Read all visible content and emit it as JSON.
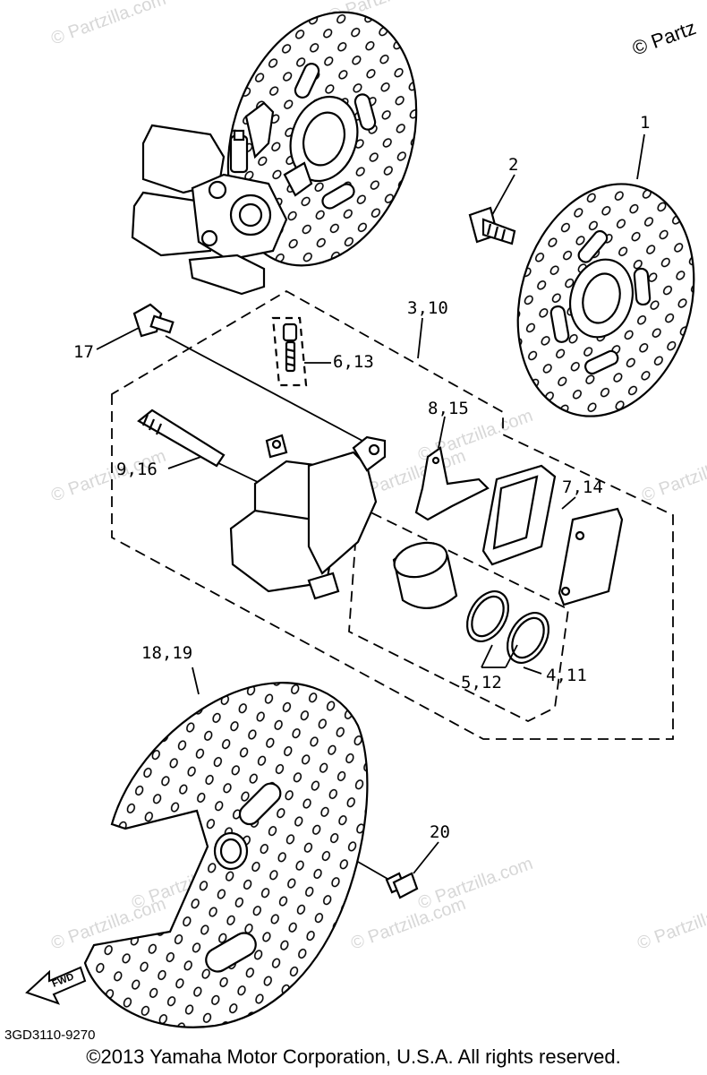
{
  "watermarks": {
    "corner": "© Partz",
    "tiles": [
      "© Partzilla.com",
      "© Partzilla.com",
      "© Partzilla.com",
      "© Partzilla.com",
      "© Partzilla.com",
      "© Partzilla.com",
      "© Partzilla.com",
      "© Partzilla.com",
      "© Partzilla.com",
      "© Partzilla.com",
      "© Partzilla.com"
    ]
  },
  "callouts": {
    "c1": "1",
    "c2": "2",
    "c3_10": "3,10",
    "c17": "17",
    "c6_13": "6,13",
    "c8_15": "8,15",
    "c9_16": "9,16",
    "c7_14": "7,14",
    "c18_19": "18,19",
    "c4_11": "4,11",
    "c5_12": "5,12",
    "c20": "20"
  },
  "fwd_label": "FWD",
  "diagram_code": "3GD3110-9270",
  "copyright": "©2013 Yamaha Motor Corporation, U.S.A. All rights reserved."
}
